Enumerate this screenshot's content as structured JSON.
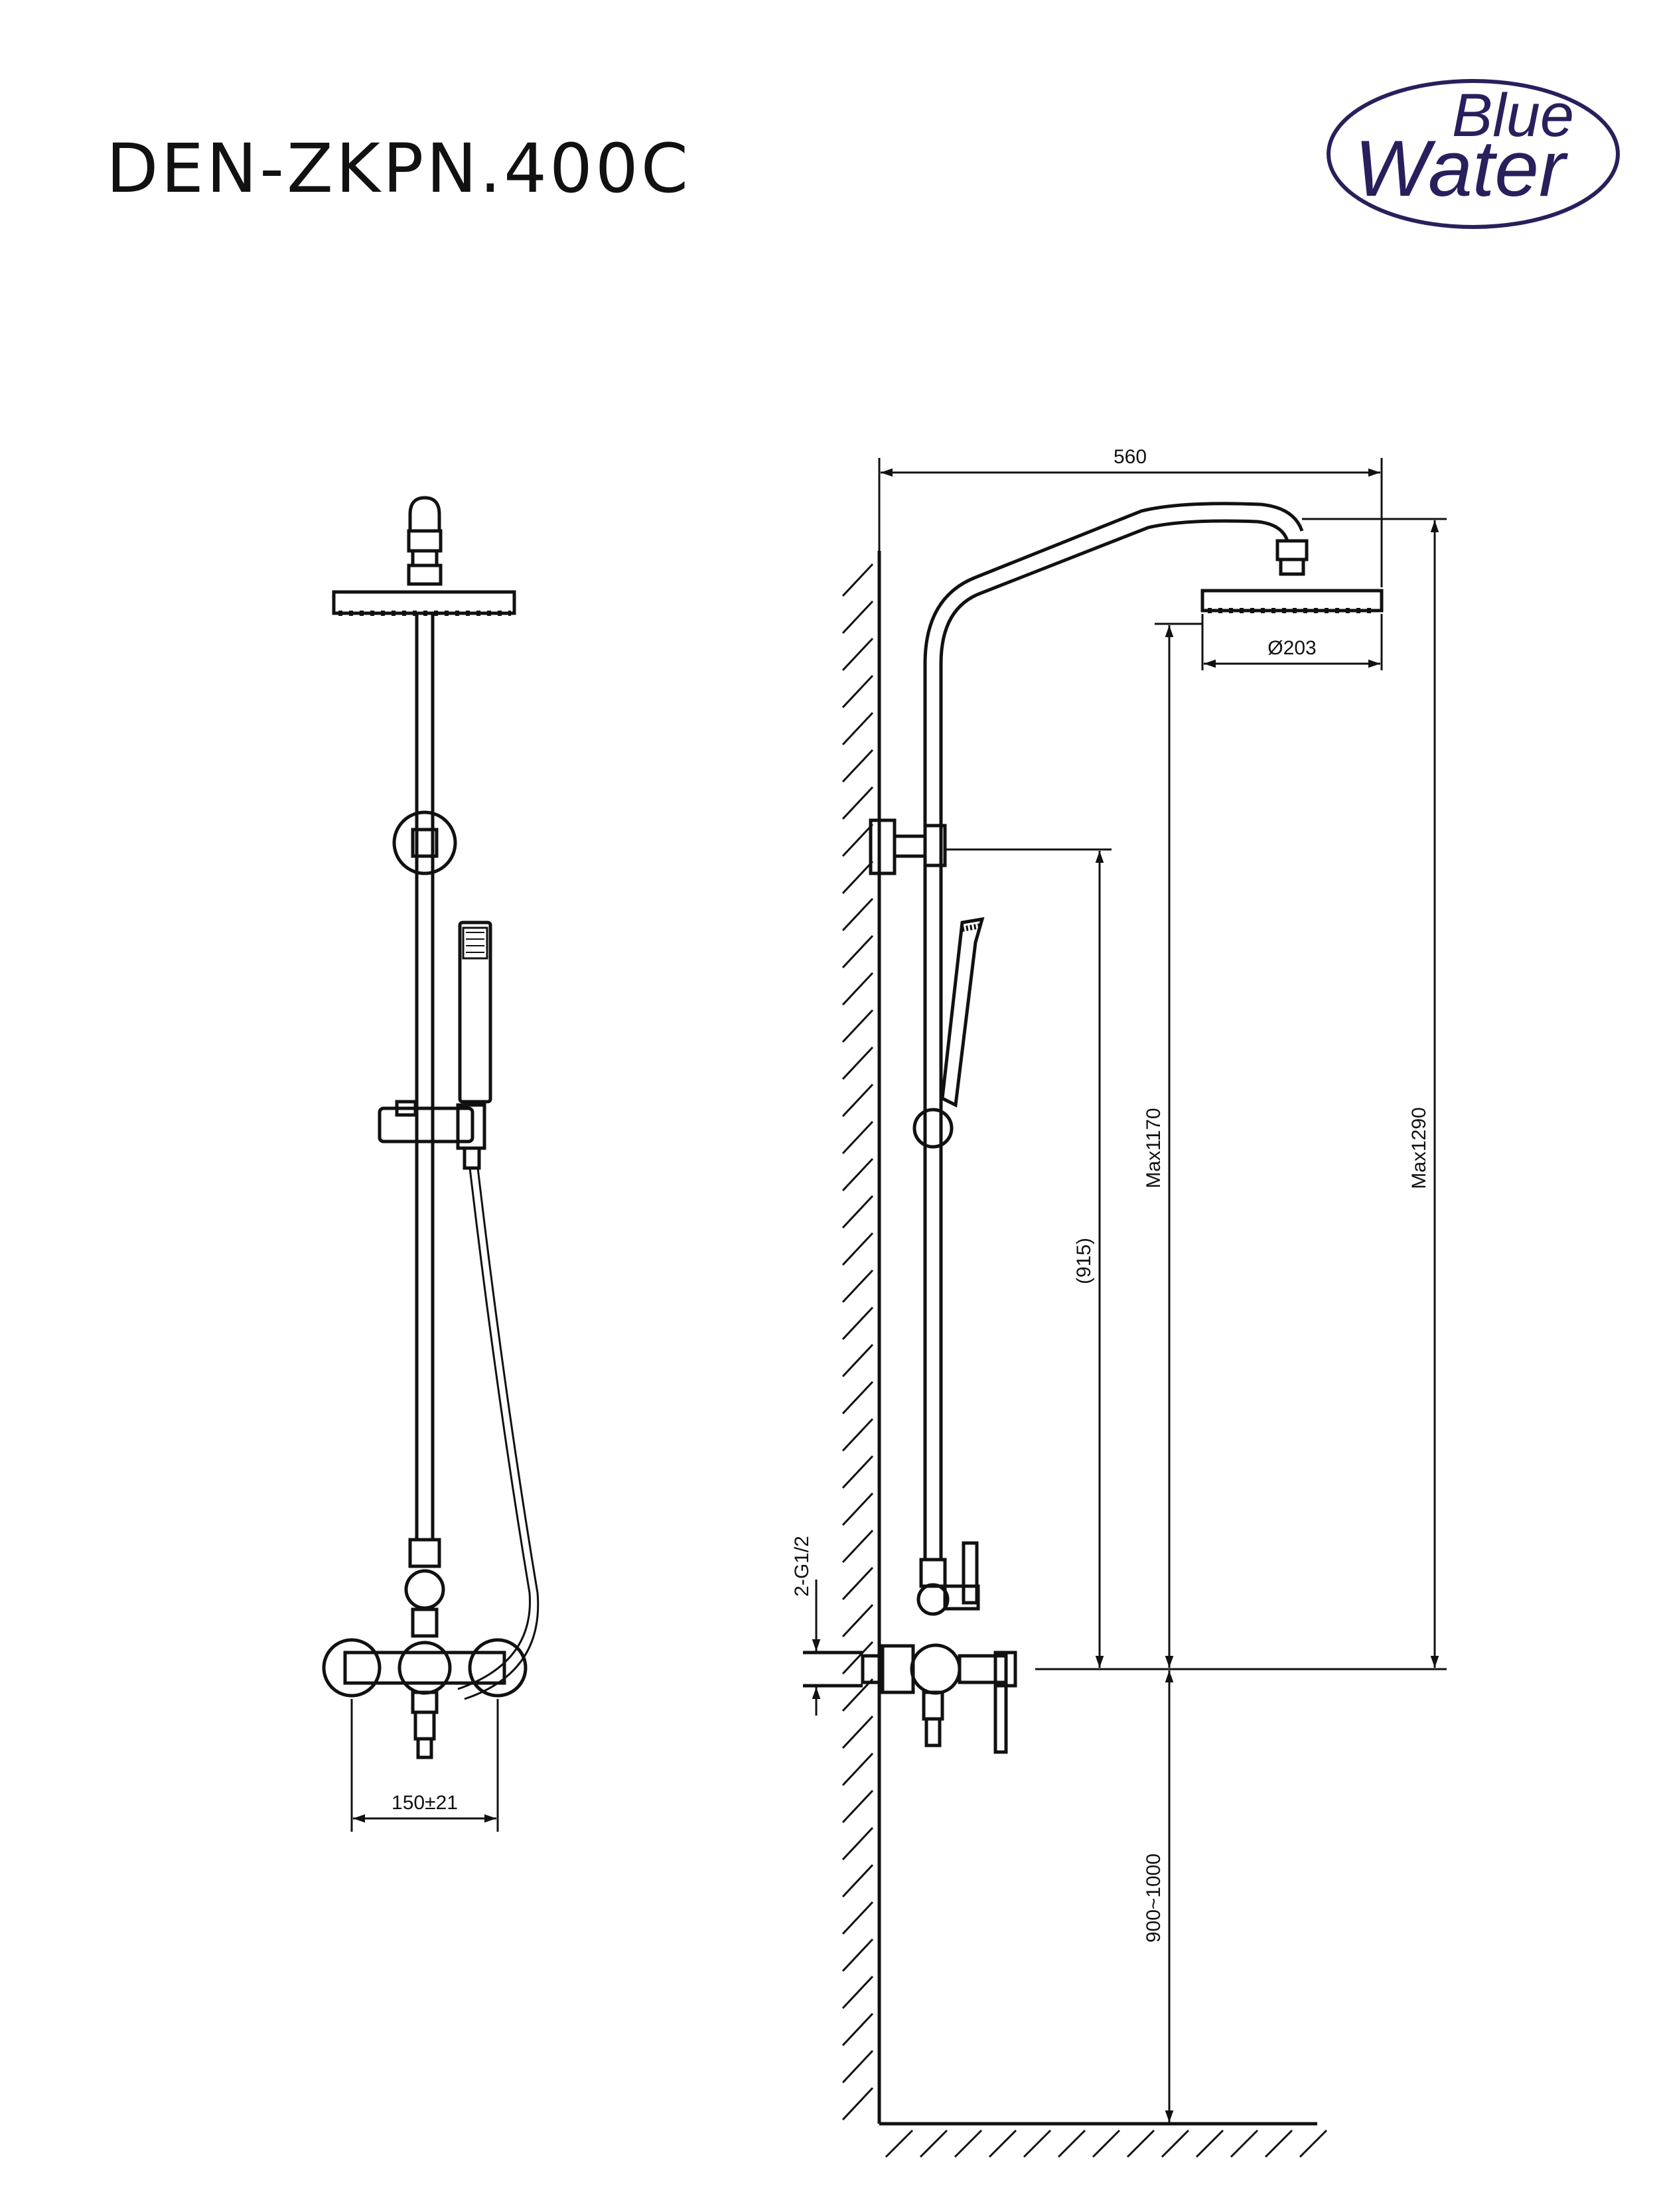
{
  "title": "DEN-ZKPN.400C",
  "logo": {
    "line1": "Blue",
    "line2": "Water",
    "color": "#2a1f5c"
  },
  "dimensions": {
    "width": "560",
    "diameter": "Ø203",
    "spacing": "150±21",
    "max_total": "Max1290",
    "max_head": "Max1170",
    "bracket": "(915)",
    "mount": "900~1000",
    "thread": "2-G1/2"
  }
}
